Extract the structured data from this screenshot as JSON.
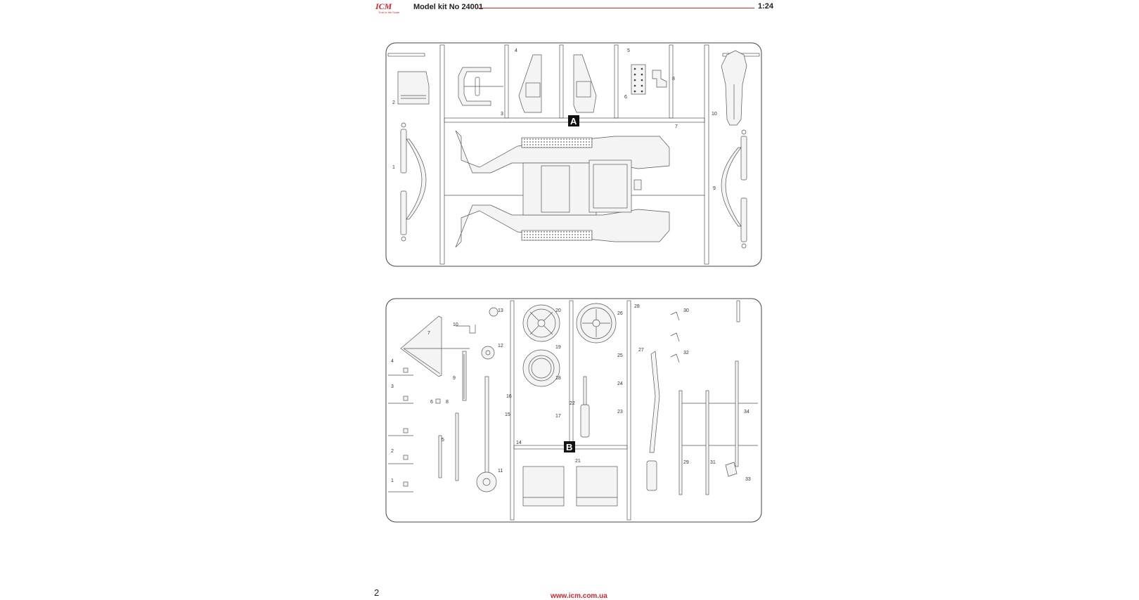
{
  "header": {
    "logo_text": "ICM",
    "logo_tagline": "True to the Scale",
    "kit_title": "Model kit No 24001",
    "scale": "1:24",
    "accent_color": "#d0262e"
  },
  "sprues": [
    {
      "label": "A",
      "part_numbers": [
        "1",
        "2",
        "3",
        "4",
        "5",
        "6",
        "7",
        "8",
        "9",
        "10"
      ]
    },
    {
      "label": "B",
      "part_numbers": [
        "1",
        "2",
        "3",
        "4",
        "5",
        "6",
        "7",
        "8",
        "9",
        "10",
        "11",
        "12",
        "13",
        "14",
        "15",
        "16",
        "17",
        "18",
        "19",
        "20",
        "21",
        "22",
        "23",
        "24",
        "25",
        "26",
        "27",
        "28",
        "29",
        "30",
        "31",
        "32",
        "33",
        "34"
      ]
    }
  ],
  "footer": {
    "page_number": "2",
    "website": "www.icm.com.ua"
  }
}
